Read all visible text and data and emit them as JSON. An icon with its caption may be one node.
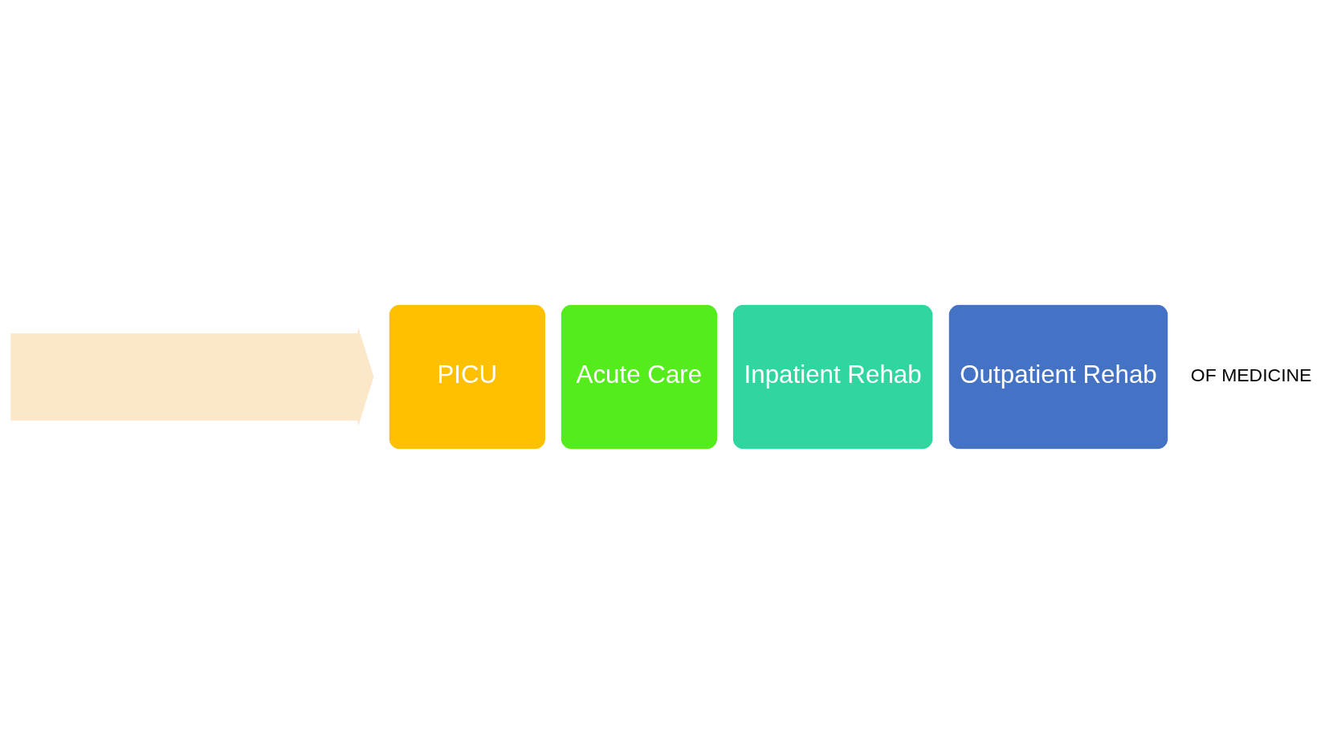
{
  "diagram": {
    "nodes": [
      {
        "text": [],
        "shape": "arrow"
      },
      {
        "text": [
          "PICU"
        ]
      },
      {
        "text": [
          "Acute Care"
        ]
      },
      {
        "text": [
          "Inpatient Rehab"
        ]
      },
      {
        "text": [
          "Outpatient Rehab"
        ]
      }
    ],
    "labels": [
      "OF MEDICINE"
    ]
  }
}
